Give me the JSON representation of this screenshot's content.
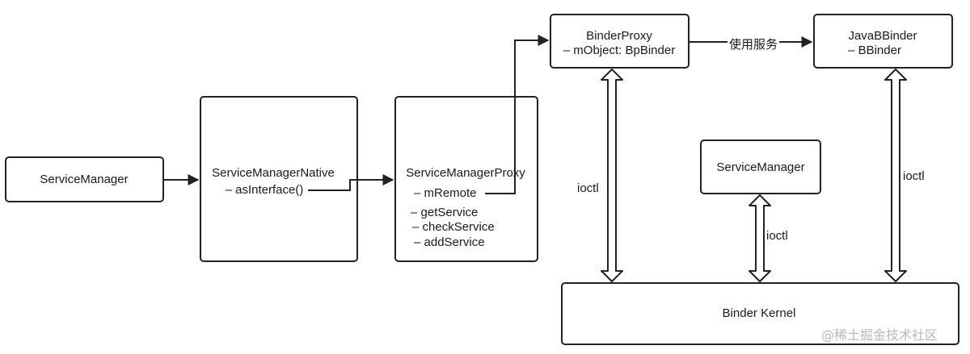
{
  "nodes": {
    "service_manager_left": {
      "title": "ServiceManager"
    },
    "service_manager_native": {
      "title": "ServiceManagerNative",
      "members": [
        "– asInterface()"
      ]
    },
    "service_manager_proxy": {
      "title": "ServiceManagerProxy",
      "members": [
        "– mRemote",
        "– getService",
        "– checkService",
        "– addService"
      ]
    },
    "binder_proxy": {
      "title": "BinderProxy",
      "members": [
        "– mObject: BpBinder"
      ]
    },
    "java_bbinder": {
      "title": "JavaBBinder",
      "members": [
        "– BBinder"
      ]
    },
    "service_manager_mid": {
      "title": "ServiceManager"
    },
    "binder_kernel": {
      "title": "Binder Kernel"
    }
  },
  "edges": {
    "use_service": "使用服务",
    "ioctl_left": "ioctl",
    "ioctl_mid": "ioctl",
    "ioctl_right": "ioctl"
  },
  "watermark": "@稀土掘金技术社区"
}
